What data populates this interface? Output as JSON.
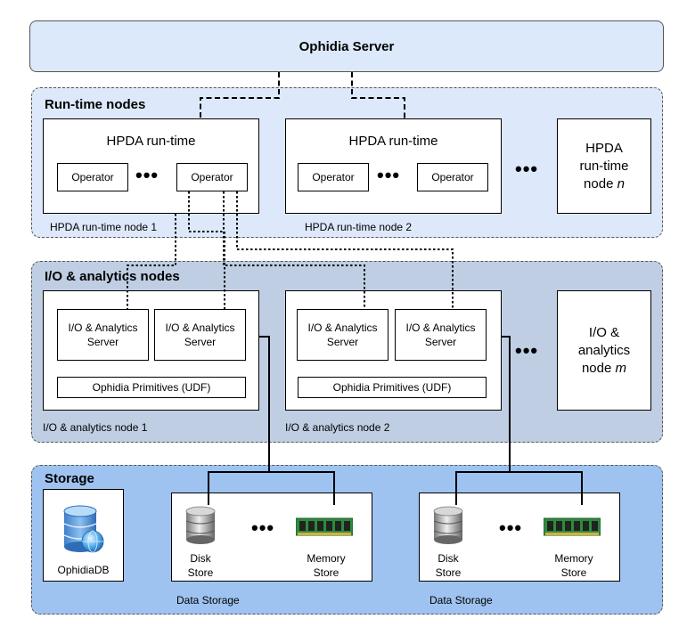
{
  "server": {
    "title": "Ophidia Server"
  },
  "runtime": {
    "title": "Run-time nodes",
    "node1": {
      "heading": "HPDA run-time",
      "op_left": "Operator",
      "op_right": "Operator",
      "label": "HPDA run-time node 1"
    },
    "node2": {
      "heading": "HPDA run-time",
      "op_left": "Operator",
      "op_right": "Operator",
      "label": "HPDA run-time node 2"
    },
    "noden": {
      "line1": "HPDA",
      "line2": "run-time",
      "line3_prefix": "node ",
      "line3_var": "n"
    }
  },
  "io": {
    "title": "I/O & analytics nodes",
    "node1": {
      "server_left": {
        "line1": "I/O & Analytics",
        "line2": "Server"
      },
      "server_right": {
        "line1": "I/O & Analytics",
        "line2": "Server"
      },
      "primitives": "Ophidia Primitives (UDF)",
      "label": "I/O & analytics node 1"
    },
    "node2": {
      "server_left": {
        "line1": "I/O & Analytics",
        "line2": "Server"
      },
      "server_right": {
        "line1": "I/O & Analytics",
        "line2": "Server"
      },
      "primitives": "Ophidia Primitives (UDF)",
      "label": "I/O & analytics node 2"
    },
    "nodem": {
      "line1": "I/O &",
      "line2": "analytics",
      "line3_prefix": "node ",
      "line3_var": "m"
    }
  },
  "storage": {
    "title": "Storage",
    "db": {
      "label": "OphidiaDB"
    },
    "ds1": {
      "disk_line1": "Disk",
      "disk_line2": "Store",
      "mem_line1": "Memory",
      "mem_line2": "Store",
      "label": "Data Storage"
    },
    "ds2": {
      "disk_line1": "Disk",
      "disk_line2": "Store",
      "mem_line1": "Memory",
      "mem_line2": "Store",
      "label": "Data Storage"
    }
  },
  "ellipsis": "•••",
  "colors": {
    "server_fill": "#dce9fb",
    "runtime_fill": "#dde8fa",
    "io_fill": "#c0cee3",
    "storage_fill": "#9ec3f0",
    "border": "#555555"
  }
}
